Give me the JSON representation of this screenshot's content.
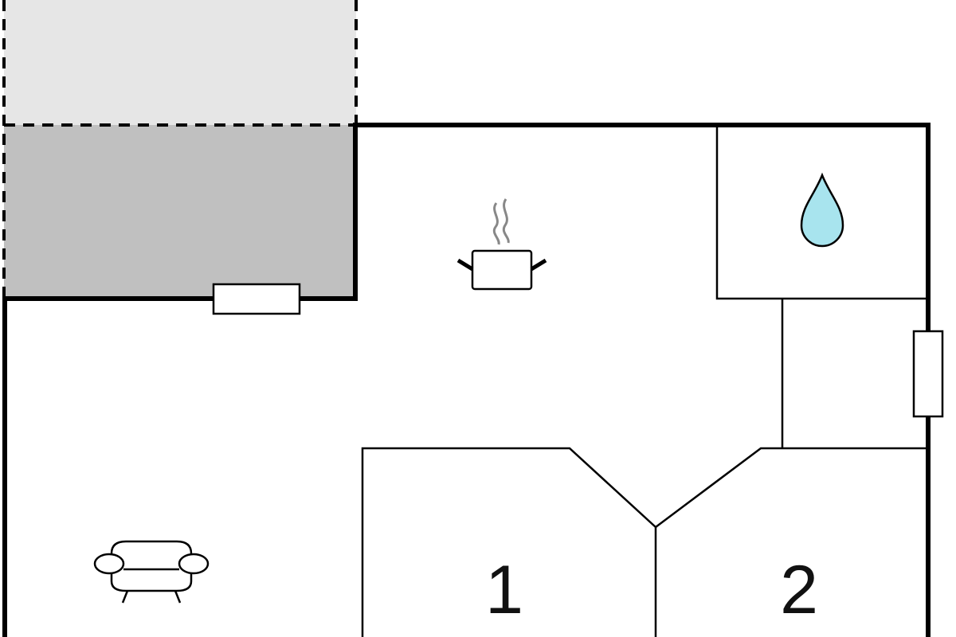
{
  "floorplan": {
    "rooms": [
      {
        "label": "1",
        "type": "bedroom"
      },
      {
        "label": "2",
        "type": "bedroom"
      }
    ],
    "icons": [
      "kitchen-pot-icon",
      "bathroom-water-drop-icon",
      "living-room-armchair-icon"
    ],
    "colors": {
      "terrace": "#e6e6e6",
      "covered_terrace": "#c0c0c0",
      "wall": "#000000",
      "water": "#a8e4ee"
    }
  }
}
